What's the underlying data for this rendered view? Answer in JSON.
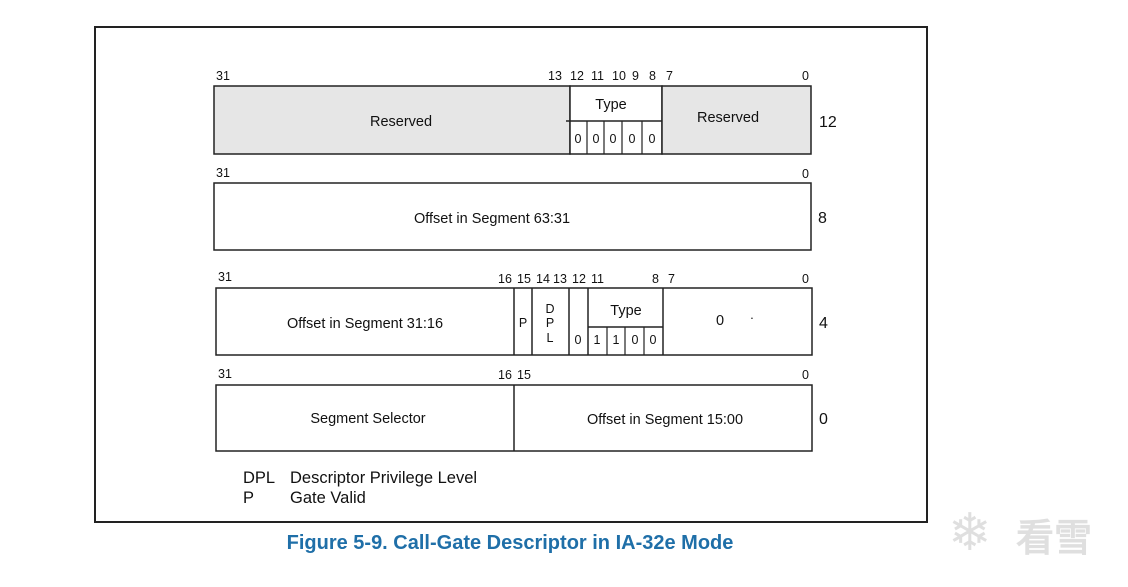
{
  "rows": [
    {
      "offset": "12",
      "bit_labels": [
        "31",
        "13",
        "12",
        "11",
        "10",
        "9",
        "8",
        "7",
        "0"
      ],
      "fields": {
        "reserved_high": "Reserved",
        "type_label": "Type",
        "type_bits": [
          "0",
          "0",
          "0",
          "0",
          "0"
        ],
        "reserved_low": "Reserved"
      }
    },
    {
      "offset": "8",
      "bit_labels": [
        "31",
        "0"
      ],
      "fields": {
        "offset_high": "Offset in Segment 63:31"
      }
    },
    {
      "offset": "4",
      "bit_labels": [
        "31",
        "16",
        "15",
        "14",
        "13",
        "12",
        "11",
        "8",
        "7",
        "0"
      ],
      "fields": {
        "offset_mid": "Offset in Segment 31:16",
        "p": "P",
        "dpl_letters": [
          "D",
          "P",
          "L"
        ],
        "zero_bit12": "0",
        "type_label": "Type",
        "type_bits": [
          "1",
          "1",
          "0",
          "0"
        ],
        "low_byte": "0",
        "low_byte_dot": "·"
      }
    },
    {
      "offset": "0",
      "bit_labels": [
        "31",
        "16",
        "15",
        "0"
      ],
      "fields": {
        "segment_selector": "Segment Selector",
        "offset_low": "Offset in Segment 15:00"
      }
    }
  ],
  "legend": [
    {
      "abbr": "DPL",
      "desc": "Descriptor Privilege Level"
    },
    {
      "abbr": "P",
      "desc": "Gate Valid"
    }
  ],
  "caption": "Figure 5-9.  Call-Gate Descriptor in IA-32e Mode",
  "watermark_text": "看雪",
  "colors": {
    "reserved_fill": "#e6e6e6",
    "caption": "#1f6fa8",
    "border": "#222222"
  }
}
